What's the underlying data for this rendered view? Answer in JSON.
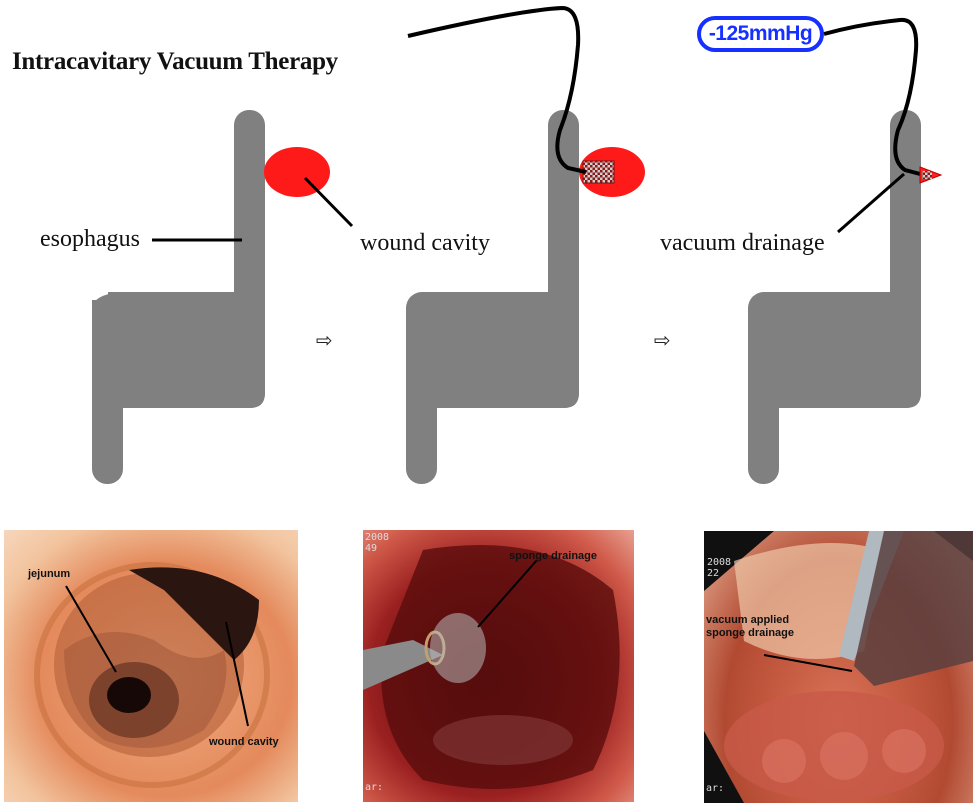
{
  "title": "Intracavitary Vacuum Therapy",
  "pressure_label": "-125mmHg",
  "labels": {
    "esophagus": "esophagus",
    "wound_cavity": "wound cavity",
    "vacuum_drainage": "vacuum drainage"
  },
  "step_arrow_icon": "right-arrow-icon",
  "photos": {
    "photo1": {
      "jejunum": "jejunum",
      "wound_cavity": "wound cavity"
    },
    "photo2": {
      "sponge_drainage": "sponge drainage",
      "osd_line1": "2008",
      "osd_line2": "49",
      "osd_bottom": "ar:"
    },
    "photo3": {
      "vacuum_applied_line1": "vacuum applied",
      "vacuum_applied_line2": "sponge drainage",
      "osd_line1": "2008",
      "osd_line2": "22",
      "osd_bottom": "ar:"
    }
  },
  "colors": {
    "organ_gray": "#808080",
    "wound_red": "#ff1a1a",
    "pressure_blue": "#1530ff"
  }
}
